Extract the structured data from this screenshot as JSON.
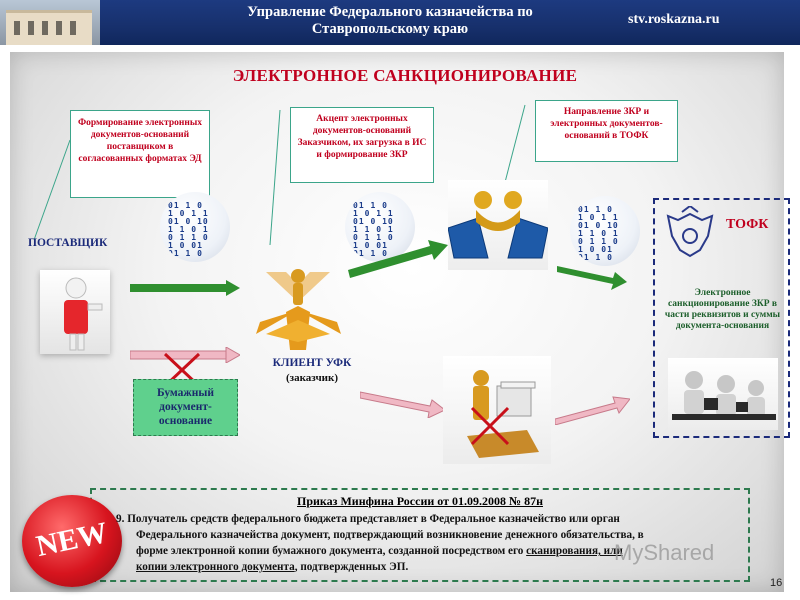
{
  "header": {
    "title_line1": "Управление Федерального казначейства по",
    "title_line2": "Ставропольскому краю",
    "site": "stv.roskazna.ru"
  },
  "slide": {
    "title": "ЭЛЕКТРОННОЕ САНКЦИОНИРОВАНИЕ",
    "callouts": {
      "supplier_docs": "Формирование электронных документов-оснований поставщиком в согласованных форматах ЭД",
      "acceptance": "Акцепт электронных документов-оснований Заказчиком, их загрузка в ИС и формирование ЗКР",
      "direction": "Направление ЗКР и электронных документов-оснований в ТОФК"
    },
    "supplier_label": "ПОСТАВЩИК",
    "client_label_line1": "КЛИЕНТ УФК",
    "client_label_line2": "(заказчик)",
    "paper_doc": "Бумажный документ-основание",
    "tofk": {
      "name": "ТОФК",
      "text": "Электронное санкционирование ЗКР в части реквизитов и суммы документа-основания"
    },
    "colors": {
      "title": "#c0001e",
      "callout_border": "#3ba58a",
      "ok_arrow": "#2f8f2f",
      "no_arrow": "#e08090",
      "cross": "#c8101a"
    }
  },
  "order": {
    "title": "Приказ Минфина России от 01.09.2008 № 87н",
    "line1": "9. Получатель средств федерального бюджета представляет в Федеральное казначейство или орган",
    "line2": "Федерального казначейства документ, подтверждающий возникновение денежного обязательства, в",
    "line3_a": "форме электронной копии бумажного документа, созданной посредством его ",
    "line3_b": "сканирования, или",
    "line4_a": "копии электронного документа",
    "line4_b": ", подтвержденных ЭП."
  },
  "watermark": "MyShared",
  "slide_number": "16"
}
